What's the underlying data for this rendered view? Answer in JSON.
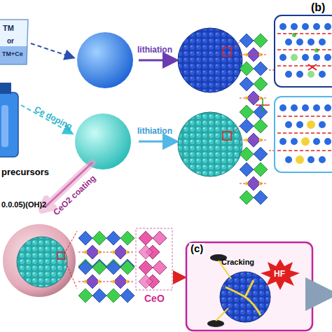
{
  "diagram": {
    "nodes": [
      {
        "text": [
          "TM",
          "or",
          "TM+Ce"
        ]
      },
      {
        "text": [
          "(c)",
          "Cracking"
        ]
      }
    ],
    "labels": [
      "Ce doping",
      "lithiation",
      "lithiation",
      "(b)",
      "precursors",
      "CeO2 coating",
      "0.0.05)(OH)2",
      "CeO",
      "HF"
    ]
  }
}
